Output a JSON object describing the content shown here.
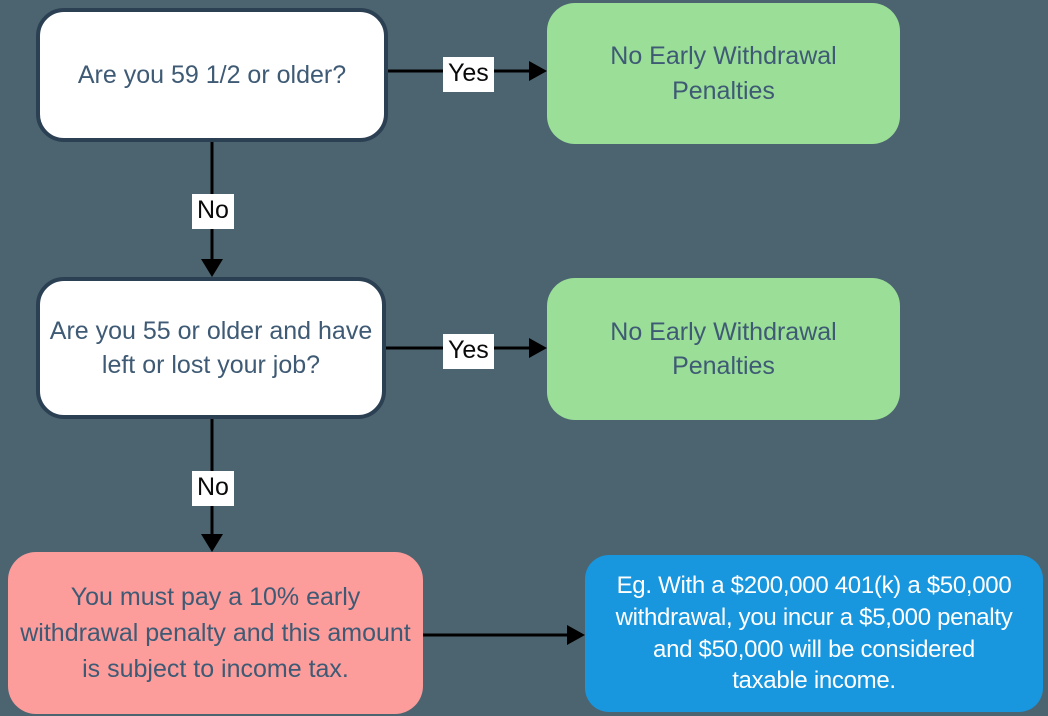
{
  "diagram": {
    "type": "flowchart",
    "topic": "401(k) early withdrawal penalty decision tree",
    "nodes": {
      "question1": {
        "label": "Are you 59 1/2 or older?"
      },
      "outcome1": {
        "label": "No Early Withdrawal Penalties"
      },
      "question2": {
        "label": "Are you 55 or older and have left or lost your job?"
      },
      "outcome2": {
        "label": "No Early Withdrawal Penalties"
      },
      "penalty": {
        "label": "You must pay a 10% early withdrawal penalty and this amount is subject to income tax."
      },
      "example": {
        "label": "Eg. With a $200,000 401(k) a $50,000 withdrawal, you incur a $5,000 penalty and $50,000 will be considered taxable income."
      }
    },
    "edges": {
      "q1_yes": {
        "label": "Yes",
        "from": "question1",
        "to": "outcome1"
      },
      "q1_no": {
        "label": "No",
        "from": "question1",
        "to": "question2"
      },
      "q2_yes": {
        "label": "Yes",
        "from": "question2",
        "to": "outcome2"
      },
      "q2_no": {
        "label": "No",
        "from": "question2",
        "to": "penalty"
      },
      "penalty_example": {
        "label": "",
        "from": "penalty",
        "to": "example"
      }
    },
    "colors": {
      "background": "#4C6470",
      "question_fill": "#FFFFFF",
      "question_border": "#2B4053",
      "outcome_fill": "#9ADE97",
      "penalty_fill": "#FC9C9B",
      "example_fill": "#1896DE",
      "text_dark": "#3E5A74",
      "text_light": "#FFFFFF",
      "arrow": "#000000",
      "chip_bg": "#FFFFFF",
      "chip_text": "#0A0A0A"
    }
  }
}
